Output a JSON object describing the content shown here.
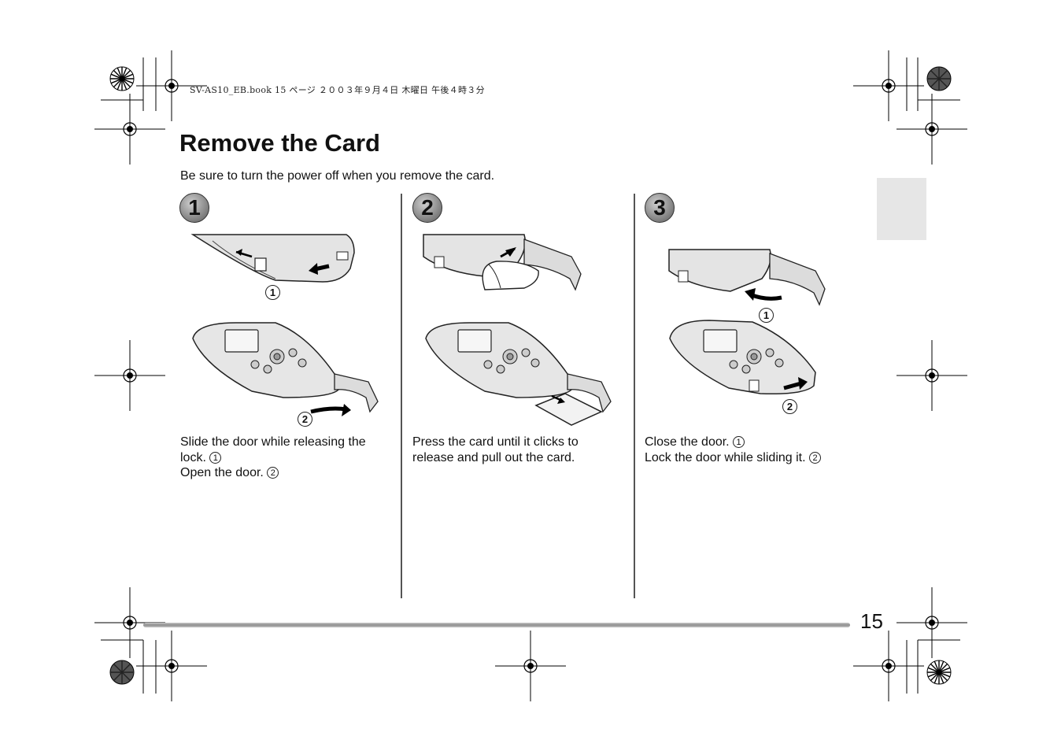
{
  "header": {
    "file_line": "SV-AS10_EB.book  15 ページ  ２００３年９月４日  木曜日  午後４時３分"
  },
  "page": {
    "title": "Remove the Card",
    "intro": "Be sure to turn the power off when you remove the card.",
    "number": "15"
  },
  "steps": [
    {
      "number": "1",
      "callouts": [
        "1",
        "2"
      ],
      "lines": [
        {
          "text": "Slide the door while releasing the",
          "mark": ""
        },
        {
          "text": "lock. ",
          "mark": "1"
        },
        {
          "text": "Open the door. ",
          "mark": "2"
        }
      ]
    },
    {
      "number": "2",
      "lines": [
        {
          "text": "Press the card until it clicks to",
          "mark": ""
        },
        {
          "text": "release and pull out the card.",
          "mark": ""
        }
      ]
    },
    {
      "number": "3",
      "callouts": [
        "1",
        "2"
      ],
      "lines": [
        {
          "text": "Close the door. ",
          "mark": "1"
        },
        {
          "text": "Lock the door while sliding it. ",
          "mark": "2"
        }
      ]
    }
  ],
  "colors": {
    "side_tab": "#e6e6e6",
    "divider": "#555555",
    "footer_bar": "#9a9a9a"
  }
}
